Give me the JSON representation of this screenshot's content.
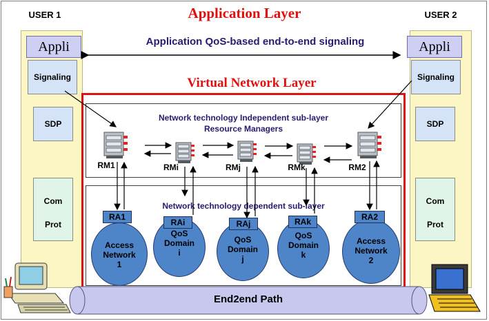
{
  "titles": {
    "application_layer": "Application Layer",
    "virtual_network_layer": "Virtual Network Layer",
    "signaling_caption": "Application QoS-based end-to-end signaling"
  },
  "users": {
    "user1": {
      "label": "USER 1",
      "appli": "Appli",
      "signaling": "Signaling",
      "sdp": "SDP",
      "com": "Com",
      "prot": "Prot"
    },
    "user2": {
      "label": "USER 2",
      "appli": "Appli",
      "signaling": "Signaling",
      "sdp": "SDP",
      "com": "Com",
      "prot": "Prot"
    }
  },
  "independent_sublayer": {
    "title_line1": "Network technology Independent sub-layer",
    "title_line2": "Resource Managers"
  },
  "dependent_sublayer": {
    "title": "Network technology dependent sub-layer"
  },
  "resource_managers": [
    "RM1",
    "RMi",
    "RMj",
    "RMk",
    "RM2"
  ],
  "resource_agents": [
    "RA1",
    "RAi",
    "RAj",
    "RAk",
    "RA2"
  ],
  "domains": [
    {
      "line1": "Access",
      "line2": "Network",
      "line3": "1"
    },
    {
      "line1": "QoS",
      "line2": "Domain",
      "line3": "i"
    },
    {
      "line1": "QoS",
      "line2": "Domain",
      "line3": "j"
    },
    {
      "line1": "QoS",
      "line2": "Domain",
      "line3": "k"
    },
    {
      "line1": "Access",
      "line2": "Network",
      "line3": "2"
    }
  ],
  "path": {
    "label": "End2end Path"
  },
  "colors": {
    "title_red": "#e01010",
    "layer_border_red": "#e01010",
    "column_yellow": "#fbf6c4",
    "domain_blue": "#4e84c8",
    "appli_lavender": "#cfcff4",
    "signaling_text": "#2a1a72",
    "pipe_lavender": "#c8c8ee"
  },
  "icons": [
    "router-icon",
    "desktop-computer-icon",
    "laptop-computer-icon"
  ]
}
